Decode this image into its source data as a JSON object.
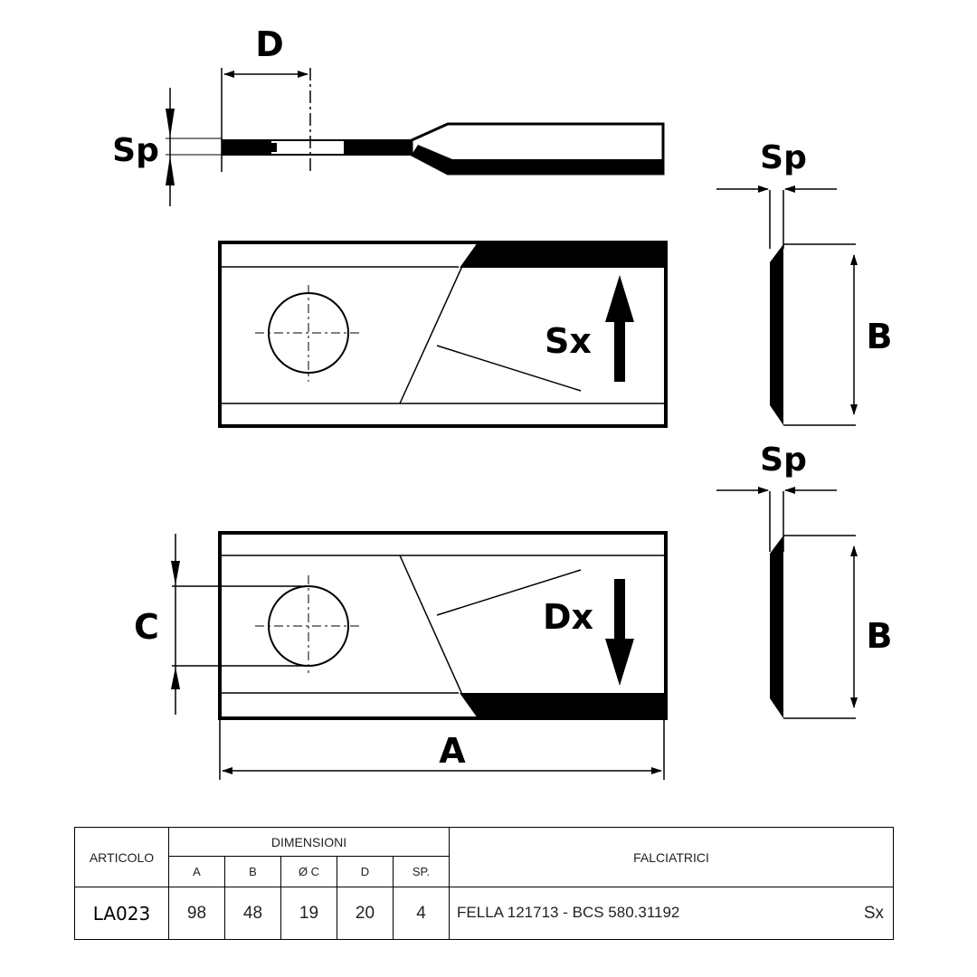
{
  "labels": {
    "d": "D",
    "sp_top": "Sp",
    "sp_side1": "Sp",
    "sp_side2": "Sp",
    "b1": "B",
    "b2": "B",
    "c": "C",
    "a": "A",
    "sx": "Sx",
    "dx": "Dx"
  },
  "table": {
    "articolo_header": "ARTICOLO",
    "dimensioni_header": "DIMENSIONI",
    "falciatrici_header": "FALCIATRICI",
    "columns": [
      "A",
      "B",
      "Ø C",
      "D",
      "SP."
    ],
    "row": {
      "articolo": "LA023",
      "values": [
        "98",
        "48",
        "19",
        "20",
        "4"
      ],
      "falciatrici": "FELLA 121713 - BCS 580.31192",
      "side": "Sx"
    }
  }
}
